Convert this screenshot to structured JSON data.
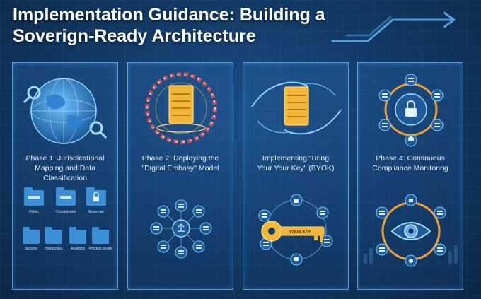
{
  "title": {
    "line1": "Implementation Guidance: Building a",
    "line2": "Soverign-Ready Architecture"
  },
  "phases": [
    {
      "line1": "Phase 1: Jurisdicational",
      "line2": "Mapping and Data Classification",
      "illustration_icon": "globe-icon",
      "folders": [
        {
          "label": "Public",
          "icon": "folder-icon"
        },
        {
          "label": "Condidential",
          "icon": "folder-icon"
        },
        {
          "label": "Sovereign",
          "icon": "folder-lock-icon"
        },
        {
          "label": "Security",
          "icon": "folder-icon"
        },
        {
          "label": "Hierarchies",
          "icon": "folder-icon"
        },
        {
          "label": "Analytics",
          "icon": "folder-icon"
        },
        {
          "label": "Process Model",
          "icon": "folder-icon"
        }
      ]
    },
    {
      "line1": "Phase 2: Deploying the",
      "line2": "\"Digital Embasy\" Model",
      "illustration_icon": "server-flags-icon"
    },
    {
      "line1": "Implementing \"Bring",
      "line2": "Your Your Key\" (BYOK)",
      "illustration_icon": "server-hands-icon",
      "key_label": "YOUR KEY"
    },
    {
      "line1": "Phase 4: Continuous",
      "line2": "Compliance Monitoring",
      "illustration_icon": "lock-network-icon"
    }
  ],
  "colors": {
    "accent": "#4f9be0",
    "gold": "#f2b63a",
    "orange_ring": "#f0a030",
    "background": "#123a66"
  }
}
